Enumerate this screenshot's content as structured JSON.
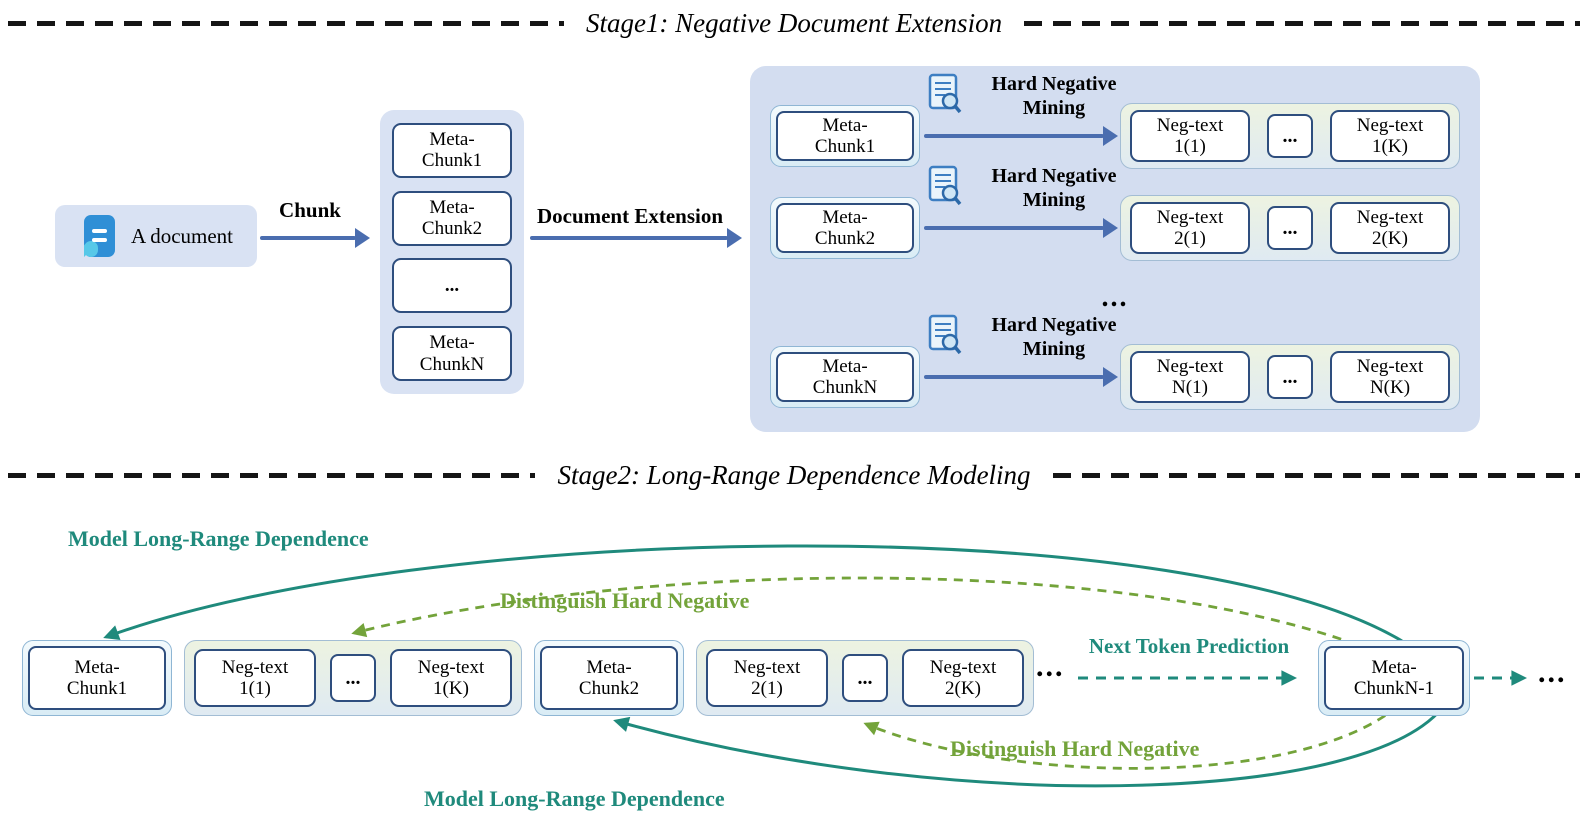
{
  "colors": {
    "arrow_blue": "#4a6daf",
    "teal": "#1f8a7c",
    "green": "#73a33a",
    "panel_bg": "#d3ddf0",
    "box_border": "#2e4e7e",
    "light_blue_fill": "#d9e2f3"
  },
  "stage1": {
    "title": "Stage1: Negative Document Extension",
    "document_label": "A document",
    "chunk_arrow_label": "Chunk",
    "extension_arrow_label": "Document Extension",
    "stack": [
      "Meta-Chunk1",
      "Meta-Chunk2",
      "...",
      "Meta-ChunkN"
    ],
    "between_rows_ellipsis": "...",
    "rows": [
      {
        "chunk": "Meta-Chunk1",
        "mining_label": "Hard Negative Mining",
        "neg_first": "Neg-text 1(1)",
        "neg_dots": "...",
        "neg_last": "Neg-text 1(K)"
      },
      {
        "chunk": "Meta-Chunk2",
        "mining_label": "Hard Negative Mining",
        "neg_first": "Neg-text 2(1)",
        "neg_dots": "...",
        "neg_last": "Neg-text 2(K)"
      },
      {
        "chunk": "Meta-ChunkN",
        "mining_label": "Hard Negative Mining",
        "neg_first": "Neg-text N(1)",
        "neg_dots": "...",
        "neg_last": "Neg-text N(K)"
      }
    ]
  },
  "stage2": {
    "title": "Stage2: Long-Range Dependence Modeling",
    "model_long_range_top": "Model Long-Range Dependence",
    "distinguish_top": "Distinguish Hard Negative",
    "next_token_label": "Next Token Prediction",
    "distinguish_bottom": "Distinguish Hard Negative",
    "model_long_range_bottom": "Model Long-Range Dependence",
    "chunk1": "Meta-Chunk1",
    "neg1": {
      "first": "Neg-text 1(1)",
      "dots": "...",
      "last": "Neg-text 1(K)"
    },
    "chunk2": "Meta-Chunk2",
    "neg2": {
      "first": "Neg-text 2(1)",
      "dots": "...",
      "last": "Neg-text 2(K)"
    },
    "mid_ellipsis": "...",
    "chunkN1": "Meta-ChunkN-1",
    "end_ellipsis": "..."
  }
}
